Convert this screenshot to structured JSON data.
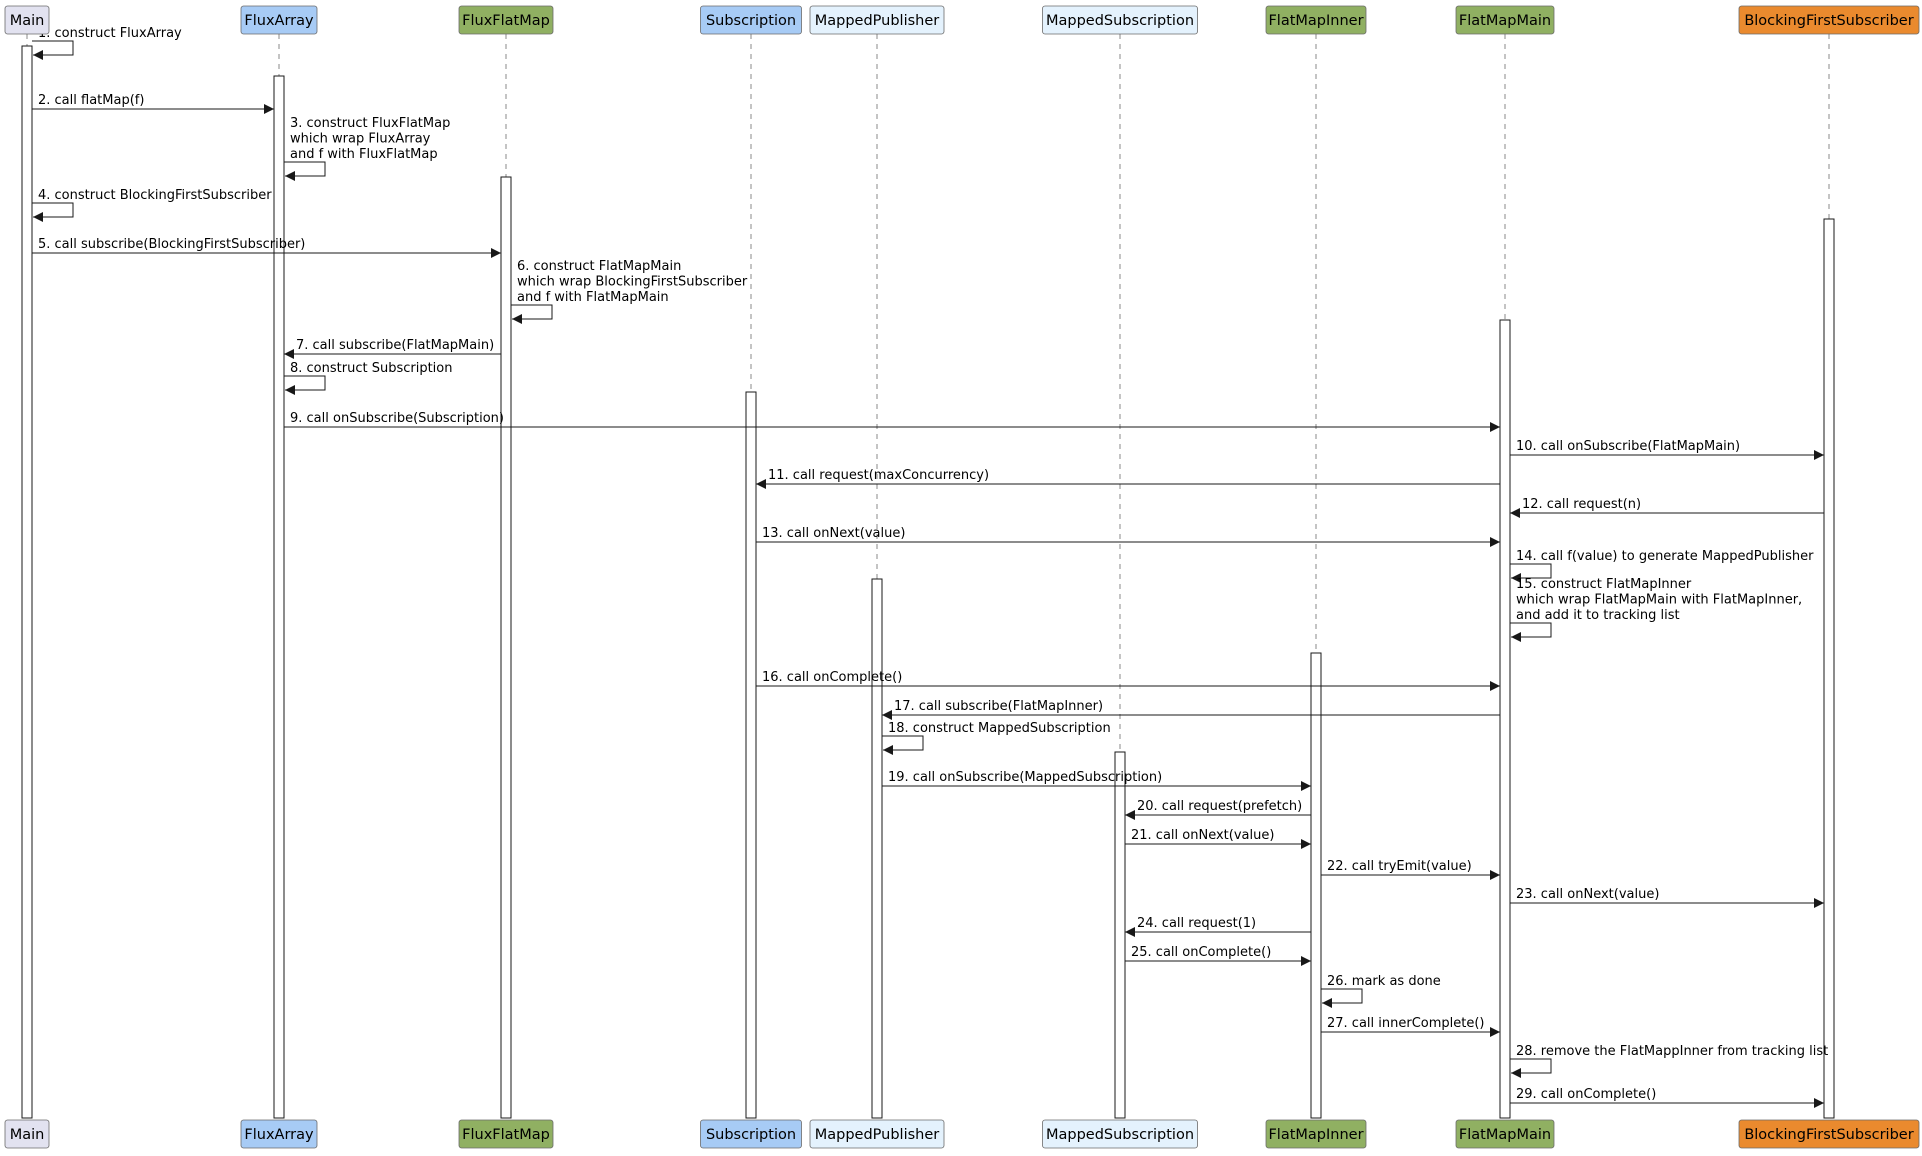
{
  "diagram": {
    "participants": [
      {
        "id": "main",
        "label": "Main",
        "color": "#e2e2f0"
      },
      {
        "id": "fluxarray",
        "label": "FluxArray",
        "color": "#a7cbf5"
      },
      {
        "id": "fluxflatmap",
        "label": "FluxFlatMap",
        "color": "#90b062"
      },
      {
        "id": "subscription",
        "label": "Subscription",
        "color": "#a7cbf5"
      },
      {
        "id": "mappedpublisher",
        "label": "MappedPublisher",
        "color": "#e4f2fd"
      },
      {
        "id": "mappedsubscription",
        "label": "MappedSubscription",
        "color": "#e4f2fd"
      },
      {
        "id": "flatmapinner",
        "label": "FlatMapInner",
        "color": "#90b062"
      },
      {
        "id": "flatmapmain",
        "label": "FlatMapMain",
        "color": "#90b062"
      },
      {
        "id": "blockingfirstsubscriber",
        "label": "BlockingFirstSubscriber",
        "color": "#ea8a2e"
      }
    ],
    "messages": [
      {
        "from": "main",
        "to": "main",
        "lines": [
          "1. construct FluxArray"
        ]
      },
      {
        "from": "main",
        "to": "fluxarray",
        "lines": [
          "2. call flatMap(f)"
        ]
      },
      {
        "from": "fluxarray",
        "to": "fluxarray",
        "lines": [
          "3. construct FluxFlatMap",
          "which wrap FluxArray",
          "and f with FluxFlatMap"
        ]
      },
      {
        "from": "main",
        "to": "main",
        "lines": [
          "4. construct BlockingFirstSubscriber"
        ]
      },
      {
        "from": "main",
        "to": "fluxflatmap",
        "lines": [
          "5. call subscribe(BlockingFirstSubscriber)"
        ]
      },
      {
        "from": "fluxflatmap",
        "to": "fluxflatmap",
        "lines": [
          "6. construct FlatMapMain",
          "which wrap BlockingFirstSubscriber",
          "and f with FlatMapMain"
        ]
      },
      {
        "from": "fluxflatmap",
        "to": "fluxarray",
        "lines": [
          "7. call subscribe(FlatMapMain)"
        ]
      },
      {
        "from": "fluxarray",
        "to": "fluxarray",
        "lines": [
          "8. construct Subscription"
        ]
      },
      {
        "from": "fluxarray",
        "to": "flatmapmain",
        "lines": [
          "9. call onSubscribe(Subscription)"
        ]
      },
      {
        "from": "flatmapmain",
        "to": "blockingfirstsubscriber",
        "lines": [
          "10. call onSubscribe(FlatMapMain)"
        ]
      },
      {
        "from": "flatmapmain",
        "to": "subscription",
        "lines": [
          "11. call request(maxConcurrency)"
        ]
      },
      {
        "from": "blockingfirstsubscriber",
        "to": "flatmapmain",
        "lines": [
          "12. call request(n)"
        ]
      },
      {
        "from": "subscription",
        "to": "flatmapmain",
        "lines": [
          "13. call onNext(value)"
        ]
      },
      {
        "from": "flatmapmain",
        "to": "flatmapmain",
        "lines": [
          "14. call f(value) to generate MappedPublisher"
        ]
      },
      {
        "from": "flatmapmain",
        "to": "flatmapmain",
        "lines": [
          "15. construct FlatMapInner",
          "which wrap FlatMapMain with FlatMapInner,",
          "and add it to tracking list"
        ]
      },
      {
        "from": "subscription",
        "to": "flatmapmain",
        "lines": [
          "16. call onComplete()"
        ]
      },
      {
        "from": "flatmapmain",
        "to": "mappedpublisher",
        "lines": [
          "17. call subscribe(FlatMapInner)"
        ]
      },
      {
        "from": "mappedpublisher",
        "to": "mappedpublisher",
        "lines": [
          "18. construct MappedSubscription"
        ]
      },
      {
        "from": "mappedpublisher",
        "to": "flatmapinner",
        "lines": [
          "19. call onSubscribe(MappedSubscription)"
        ]
      },
      {
        "from": "flatmapinner",
        "to": "mappedsubscription",
        "lines": [
          "20. call request(prefetch)"
        ]
      },
      {
        "from": "mappedsubscription",
        "to": "flatmapinner",
        "lines": [
          "21. call onNext(value)"
        ]
      },
      {
        "from": "flatmapinner",
        "to": "flatmapmain",
        "lines": [
          "22. call tryEmit(value)"
        ]
      },
      {
        "from": "flatmapmain",
        "to": "blockingfirstsubscriber",
        "lines": [
          "23. call onNext(value)"
        ]
      },
      {
        "from": "flatmapinner",
        "to": "mappedsubscription",
        "lines": [
          "24. call request(1)"
        ]
      },
      {
        "from": "mappedsubscription",
        "to": "flatmapinner",
        "lines": [
          "25. call onComplete()"
        ]
      },
      {
        "from": "flatmapinner",
        "to": "flatmapinner",
        "lines": [
          "26. mark as done"
        ]
      },
      {
        "from": "flatmapinner",
        "to": "flatmapmain",
        "lines": [
          "27. call innerComplete()"
        ]
      },
      {
        "from": "flatmapmain",
        "to": "flatmapmain",
        "lines": [
          "28. remove the FlatMappInner from tracking list"
        ]
      },
      {
        "from": "flatmapmain",
        "to": "blockingfirstsubscriber",
        "lines": [
          "29. call onComplete()"
        ]
      }
    ]
  }
}
